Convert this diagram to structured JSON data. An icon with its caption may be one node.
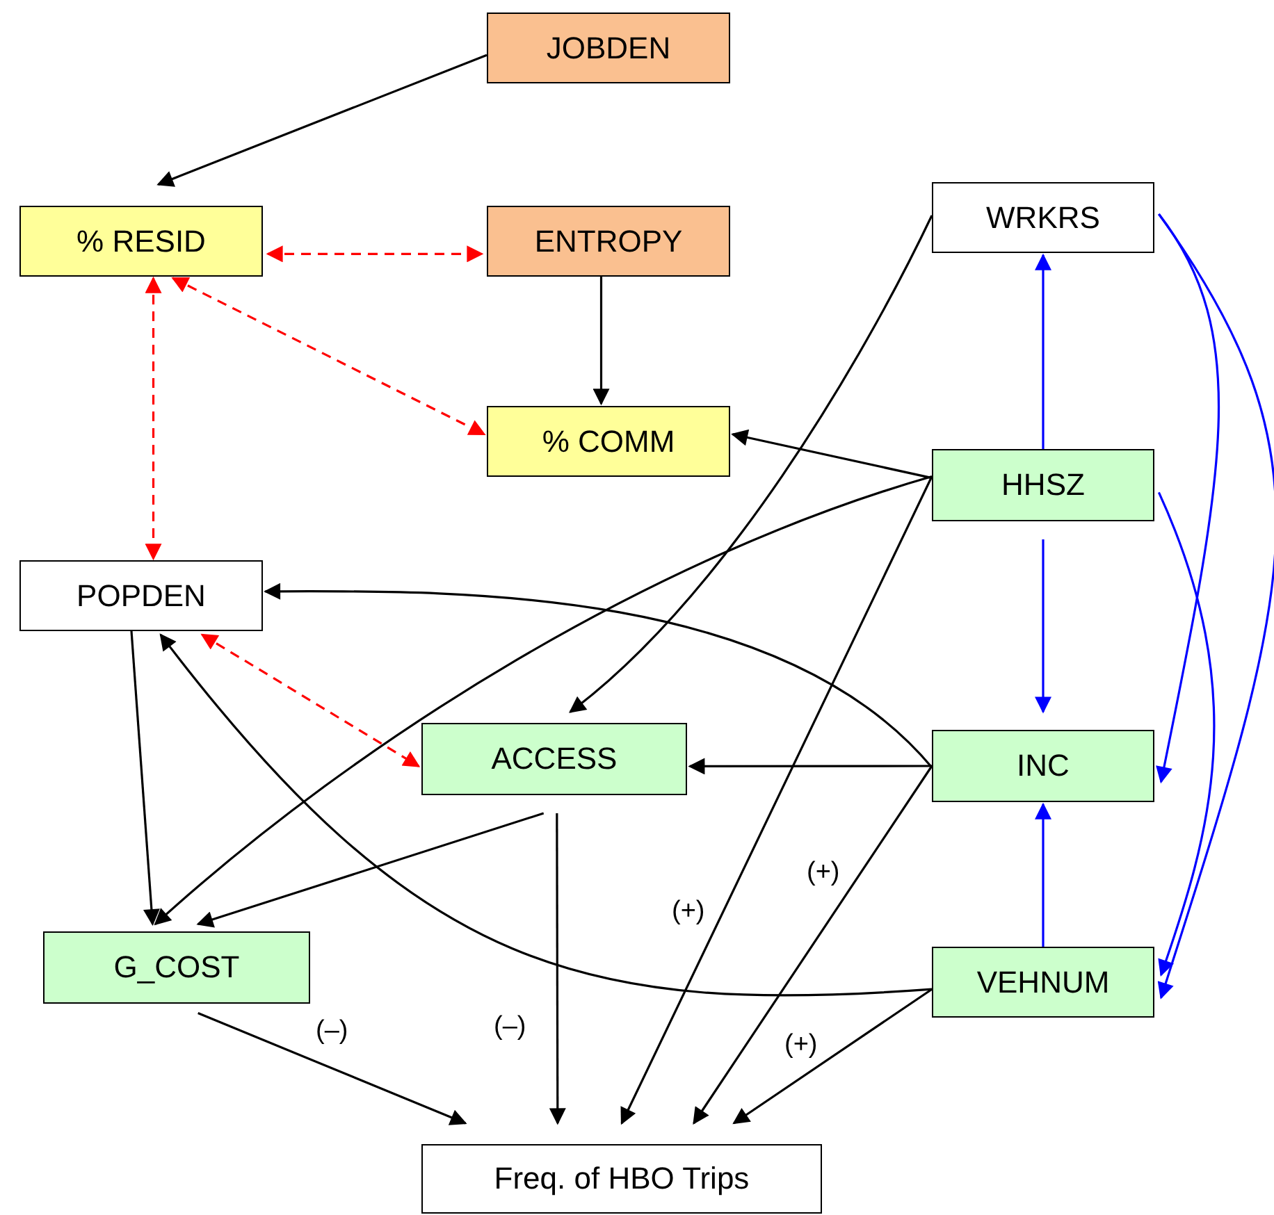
{
  "diagram": {
    "nodes": [
      {
        "text": [
          "JOBDEN"
        ]
      },
      {
        "text": [
          "% RESID"
        ]
      },
      {
        "text": [
          "ENTROPY"
        ]
      },
      {
        "text": [
          "WRKRS"
        ]
      },
      {
        "text": [
          "% COMM"
        ]
      },
      {
        "text": [
          "HHSZ"
        ]
      },
      {
        "text": [
          "POPDEN"
        ]
      },
      {
        "text": [
          "ACCESS"
        ]
      },
      {
        "text": [
          "INC"
        ]
      },
      {
        "text": [
          "G_COST"
        ]
      },
      {
        "text": [
          "VEHNUM"
        ]
      },
      {
        "text": [
          "Freq. of HBO Trips"
        ]
      }
    ],
    "edges": [
      {
        "from": 0,
        "to": 1,
        "arrow": "to"
      },
      {
        "from": 1,
        "to": 2,
        "arrow": "both",
        "style": "dashed",
        "color": "#ff0000"
      },
      {
        "from": 1,
        "to": 4,
        "arrow": "both",
        "style": "dashed",
        "color": "#ff0000"
      },
      {
        "from": 1,
        "to": 6,
        "arrow": "both",
        "style": "dashed",
        "color": "#ff0000"
      },
      {
        "from": 2,
        "to": 4,
        "arrow": "to"
      },
      {
        "from": 5,
        "to": 4,
        "arrow": "to"
      },
      {
        "from": 3,
        "to": 7,
        "arrow": "to"
      },
      {
        "from": 5,
        "to": 9,
        "arrow": "to"
      },
      {
        "from": 5,
        "to": 11,
        "arrow": "to",
        "label": "(+)"
      },
      {
        "from": 5,
        "to": 3,
        "arrow": "to",
        "color": "#0000ff"
      },
      {
        "from": 5,
        "to": 8,
        "arrow": "to",
        "color": "#0000ff"
      },
      {
        "from": 8,
        "to": 6,
        "arrow": "to"
      },
      {
        "from": 8,
        "to": 7,
        "arrow": "to"
      },
      {
        "from": 8,
        "to": 11,
        "arrow": "to",
        "label": "(+)"
      },
      {
        "from": 10,
        "to": 8,
        "arrow": "to",
        "color": "#0000ff"
      },
      {
        "from": 10,
        "to": 6,
        "arrow": "to"
      },
      {
        "from": 10,
        "to": 11,
        "arrow": "to",
        "label": "(+)"
      },
      {
        "from": 6,
        "to": 9,
        "arrow": "to"
      },
      {
        "from": 6,
        "to": 7,
        "arrow": "both",
        "style": "dashed",
        "color": "#ff0000"
      },
      {
        "from": 7,
        "to": 9,
        "arrow": "to"
      },
      {
        "from": 7,
        "to": 11,
        "arrow": "to",
        "label": "(–)"
      },
      {
        "from": 9,
        "to": 11,
        "arrow": "to",
        "label": "(–)"
      },
      {
        "from": 3,
        "to": 8,
        "arrow": "to",
        "color": "#0000ff"
      },
      {
        "from": 3,
        "to": 10,
        "arrow": "to",
        "color": "#0000ff"
      },
      {
        "from": 5,
        "to": 10,
        "arrow": "to",
        "color": "#0000ff"
      }
    ]
  }
}
